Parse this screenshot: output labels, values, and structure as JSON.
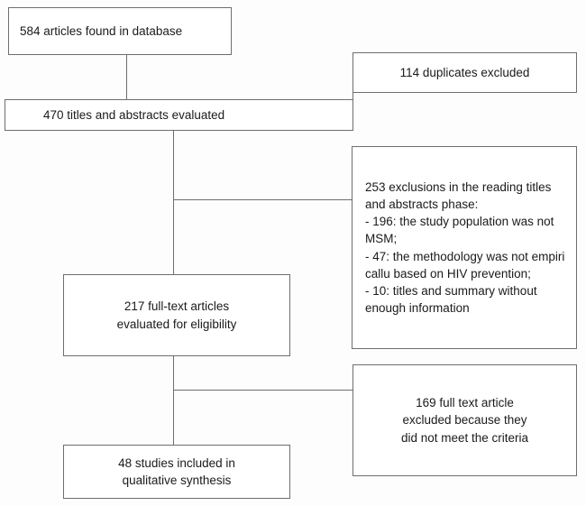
{
  "diagram": {
    "type": "flowchart",
    "title": "PRISMA study selection flow diagram",
    "orientation": "top-to-bottom",
    "colors": {
      "background": "#fdfdfd",
      "box_fill": "#ffffff",
      "box_border": "#6e6e6e",
      "text": "#1a1a1a",
      "connector": "#6e6e6e"
    },
    "nodes": {
      "identification": {
        "id": "n1",
        "label": "584 articles found in database",
        "count": 584,
        "stage": "identification",
        "column": "main"
      },
      "duplicates_excluded": {
        "id": "n2",
        "label": "114 duplicates excluded",
        "count": 114,
        "stage": "exclusion",
        "column": "side"
      },
      "screening": {
        "id": "n3",
        "label": "470 titles and abstracts evaluated",
        "count": 470,
        "stage": "screening",
        "column": "main"
      },
      "title_abstract_exclusions": {
        "id": "n4",
        "label": "253 exclusions in the reading titles and abstracts phase:\n-  196: the study population was not MSM;\n-  47: the methodology was not empiri callu based on HIV prevention;\n-  10: titles and summary without enough information",
        "count": 253,
        "stage": "exclusion",
        "column": "side",
        "reasons": [
          {
            "count": 196,
            "text": "the study population was not MSM;"
          },
          {
            "count": 47,
            "text": "the methodology was not empiri callu based on HIV prevention;"
          },
          {
            "count": 10,
            "text": "titles and summary without enough information"
          }
        ]
      },
      "eligibility": {
        "id": "n5",
        "label": "217 full-text articles\nevaluated for eligibility",
        "count": 217,
        "stage": "eligibility",
        "column": "main"
      },
      "fulltext_excluded": {
        "id": "n6",
        "label": "169 full text article\nexcluded because they\ndid not meet the criteria",
        "count": 169,
        "stage": "exclusion",
        "column": "side"
      },
      "included": {
        "id": "n7",
        "label": "48 studies included in\nqualitative synthesis",
        "count": 48,
        "stage": "included",
        "column": "main"
      }
    },
    "edges": [
      {
        "from": "identification",
        "to": "screening",
        "kind": "vertical"
      },
      {
        "from": "screening",
        "to": "duplicates_excluded",
        "kind": "elbow-right"
      },
      {
        "from": "screening",
        "to": "eligibility",
        "kind": "vertical"
      },
      {
        "from": "screening",
        "to": "title_abstract_exclusions",
        "kind": "elbow-right"
      },
      {
        "from": "eligibility",
        "to": "included",
        "kind": "vertical"
      },
      {
        "from": "eligibility",
        "to": "fulltext_excluded",
        "kind": "elbow-right"
      }
    ]
  }
}
